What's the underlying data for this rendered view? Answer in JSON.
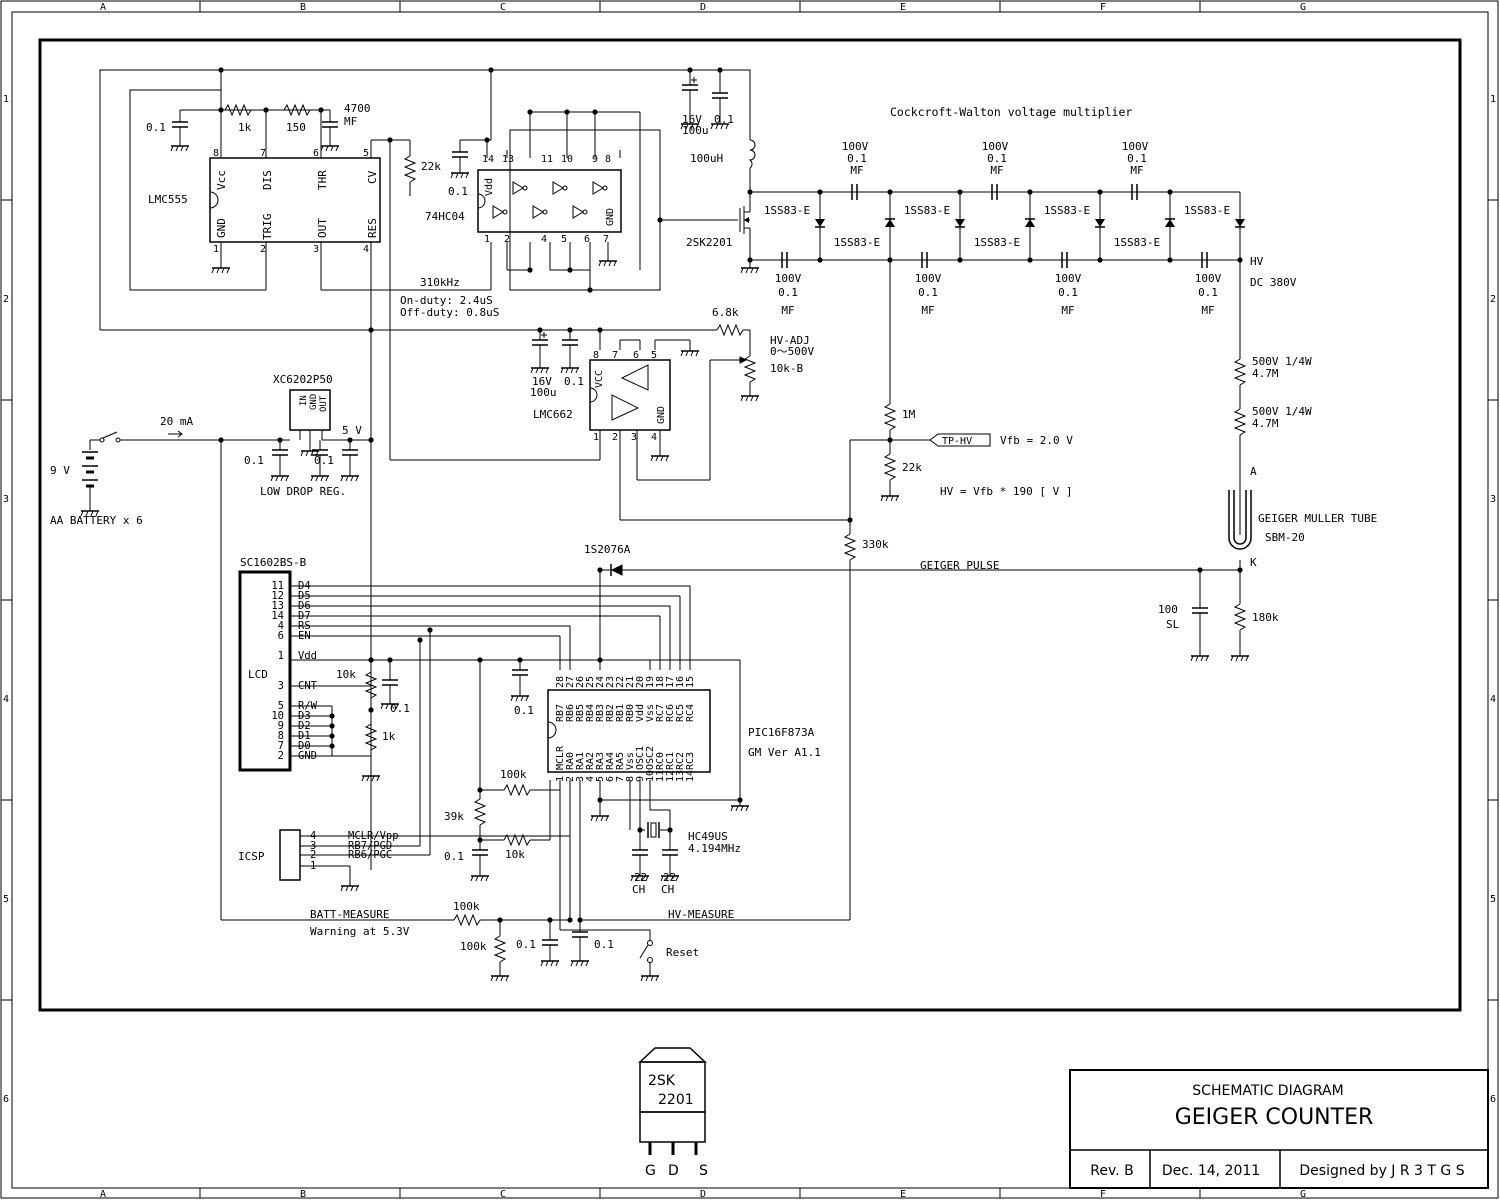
{
  "border": {
    "columns": [
      "A",
      "B",
      "C",
      "D",
      "E",
      "F",
      "G"
    ],
    "rows": [
      "1",
      "2",
      "3",
      "4",
      "5",
      "6"
    ]
  },
  "title_block": {
    "subtitle": "SCHEMATIC DIAGRAM",
    "title": "GEIGER COUNTER",
    "revision": "Rev. B",
    "date": "Dec. 14, 2011",
    "designer": "Designed by J R 3 T G S"
  },
  "transistor_drawing": {
    "name_line1": "2SK",
    "name_line2": "2201",
    "pins": [
      "G",
      "D",
      "S"
    ]
  },
  "section_title": "Cockcroft-Walton voltage multiplier",
  "labels": {
    "c_top_0_1": "0.1",
    "r_1k": "1k",
    "r_150": "150",
    "c_4700": "4700",
    "c_4700_mf": "MF",
    "r_22k_top": "22k",
    "c_0_1_hc04": "0.1",
    "c_16v": "16V",
    "c_100u": "100u",
    "c_0_1_top": "0.1",
    "l_100uh": "100uH",
    "ic_lmc555": "LMC555",
    "ic_74hc04": "74HC04",
    "q_2sk2201": "2SK2201",
    "freq": "310kHz",
    "on_duty": "On-duty:  2.4uS",
    "off_duty": "Off-duty: 0.8uS",
    "r_6_8k": "6.8k",
    "hv_adj": "HV-ADJ",
    "hv_adj_range": "0～500V",
    "vr_10k_b": "10k-B",
    "c_16v_b": "16V",
    "c_100u_b": "100u",
    "c_0_1_b": "0.1",
    "ic_lmc662": "LMC662",
    "r_1m": "1M",
    "r_22k_fb": "22k",
    "tp_hv": "TP-HV",
    "vfb": "Vfb = 2.0 V",
    "hv_formula": "HV = Vfb * 190 [ V ]",
    "hv": "HV",
    "dc_380v": "DC 380V",
    "r_500v_a": "500V 1/4W",
    "r_4_7m_a": "4.7M",
    "r_500v_b": "500V 1/4W",
    "r_4_7m_b": "4.7M",
    "gm_anode": "A",
    "gm_tube": "GEIGER MULLER TUBE",
    "gm_model": "SBM-20",
    "gm_cathode": "K",
    "r_180k": "180k",
    "c_100_sl": "100",
    "c_sl": "SL",
    "geiger_pulse": "GEIGER PULSE",
    "d_1s2076a": "1S2076A",
    "r_330k": "330k",
    "reg_name": "XC6202P50",
    "reg_label": "LOW DROP REG.",
    "c_reg_in": "0.1",
    "c_reg_out": "0.1",
    "v_5": "5 V",
    "current": "20 mA",
    "batt_v": "9 V",
    "batt": "AA BATTERY x 6",
    "lcd_model": "SC1602BS-B",
    "lcd": "LCD",
    "r_10k_lcd": "10k",
    "c_0_1_lcd": "0.1",
    "r_1k_lcd": "1k",
    "c_0_1_pic": "0.1",
    "pic": "PIC16F873A",
    "pic_ver": "GM Ver A1.1",
    "r_100k_pic": "100k",
    "r_39k": "39k",
    "r_10k_icsp": "10k",
    "c_0_1_icsp": "0.1",
    "icsp": "ICSP",
    "xtal": "HC49US",
    "xtal_freq": "4.194MHz",
    "c_22_a": "22",
    "c_ch_a": "CH",
    "c_22_b": "22",
    "c_ch_b": "CH",
    "batt_measure": "BATT-MEASURE",
    "batt_warn": "Warning at 5.3V",
    "hv_measure": "HV-MEASURE",
    "r_100k_b1": "100k",
    "r_100k_b2": "100k",
    "c_0_1_m1": "0.1",
    "c_0_1_m2": "0.1",
    "reset": "Reset"
  },
  "cw_stages": {
    "top_caps": [
      {
        "voltage": "100V",
        "value": "0.1",
        "type": "MF"
      },
      {
        "voltage": "100V",
        "value": "0.1",
        "type": "MF"
      },
      {
        "voltage": "100V",
        "value": "0.1",
        "type": "MF"
      }
    ],
    "bottom_caps": [
      {
        "voltage": "100V",
        "value": "0.1",
        "type": "MF"
      },
      {
        "voltage": "100V",
        "value": "0.1",
        "type": "MF"
      },
      {
        "voltage": "100V",
        "value": "0.1",
        "type": "MF"
      },
      {
        "voltage": "100V",
        "value": "0.1",
        "type": "MF"
      }
    ],
    "diode": "1SS83-E"
  },
  "lmc555_pins": [
    "Vcc",
    "DIS",
    "THR",
    "CV",
    "GND",
    "TRIG",
    "OUT",
    "RES"
  ],
  "lcd_pins": [
    {
      "num": "11",
      "name": "D4"
    },
    {
      "num": "12",
      "name": "D5"
    },
    {
      "num": "13",
      "name": "D6"
    },
    {
      "num": "14",
      "name": "D7"
    },
    {
      "num": "4",
      "name": "RS"
    },
    {
      "num": "6",
      "name": "EN"
    },
    {
      "num": "1",
      "name": "Vdd"
    },
    {
      "num": "3",
      "name": "CNT"
    },
    {
      "num": "5",
      "name": "R/W"
    },
    {
      "num": "10",
      "name": "D3"
    },
    {
      "num": "9",
      "name": "D2"
    },
    {
      "num": "8",
      "name": "D1"
    },
    {
      "num": "7",
      "name": "D0"
    },
    {
      "num": "2",
      "name": "GND"
    }
  ],
  "pic_top": [
    {
      "num": "28",
      "name": "RB7"
    },
    {
      "num": "27",
      "name": "RB6"
    },
    {
      "num": "26",
      "name": "RB5"
    },
    {
      "num": "25",
      "name": "RB4"
    },
    {
      "num": "24",
      "name": "RB3"
    },
    {
      "num": "23",
      "name": "RB2"
    },
    {
      "num": "22",
      "name": "RB1"
    },
    {
      "num": "21",
      "name": "RB0"
    },
    {
      "num": "20",
      "name": "Vdd"
    },
    {
      "num": "19",
      "name": "Vss"
    },
    {
      "num": "18",
      "name": "RC7"
    },
    {
      "num": "17",
      "name": "RC6"
    },
    {
      "num": "16",
      "name": "RC5"
    },
    {
      "num": "15",
      "name": "RC4"
    }
  ],
  "pic_bottom": [
    {
      "num": "1",
      "name": "MCLR"
    },
    {
      "num": "2",
      "name": "RA0"
    },
    {
      "num": "3",
      "name": "RA1"
    },
    {
      "num": "4",
      "name": "RA2"
    },
    {
      "num": "5",
      "name": "RA3"
    },
    {
      "num": "6",
      "name": "RA4"
    },
    {
      "num": "7",
      "name": "RA5"
    },
    {
      "num": "8",
      "name": "Vss"
    },
    {
      "num": "9",
      "name": "OSC1"
    },
    {
      "num": "10",
      "name": "OSC2"
    },
    {
      "num": "11",
      "name": "RC0"
    },
    {
      "num": "12",
      "name": "RC1"
    },
    {
      "num": "13",
      "name": "RC2"
    },
    {
      "num": "14",
      "name": "RC3"
    }
  ],
  "icsp_pins": [
    {
      "num": "4",
      "name": "MCLR/Vpp"
    },
    {
      "num": "3",
      "name": "RB7/PGD"
    },
    {
      "num": "2",
      "name": "RB6/PGC"
    },
    {
      "num": "1",
      "name": ""
    }
  ]
}
